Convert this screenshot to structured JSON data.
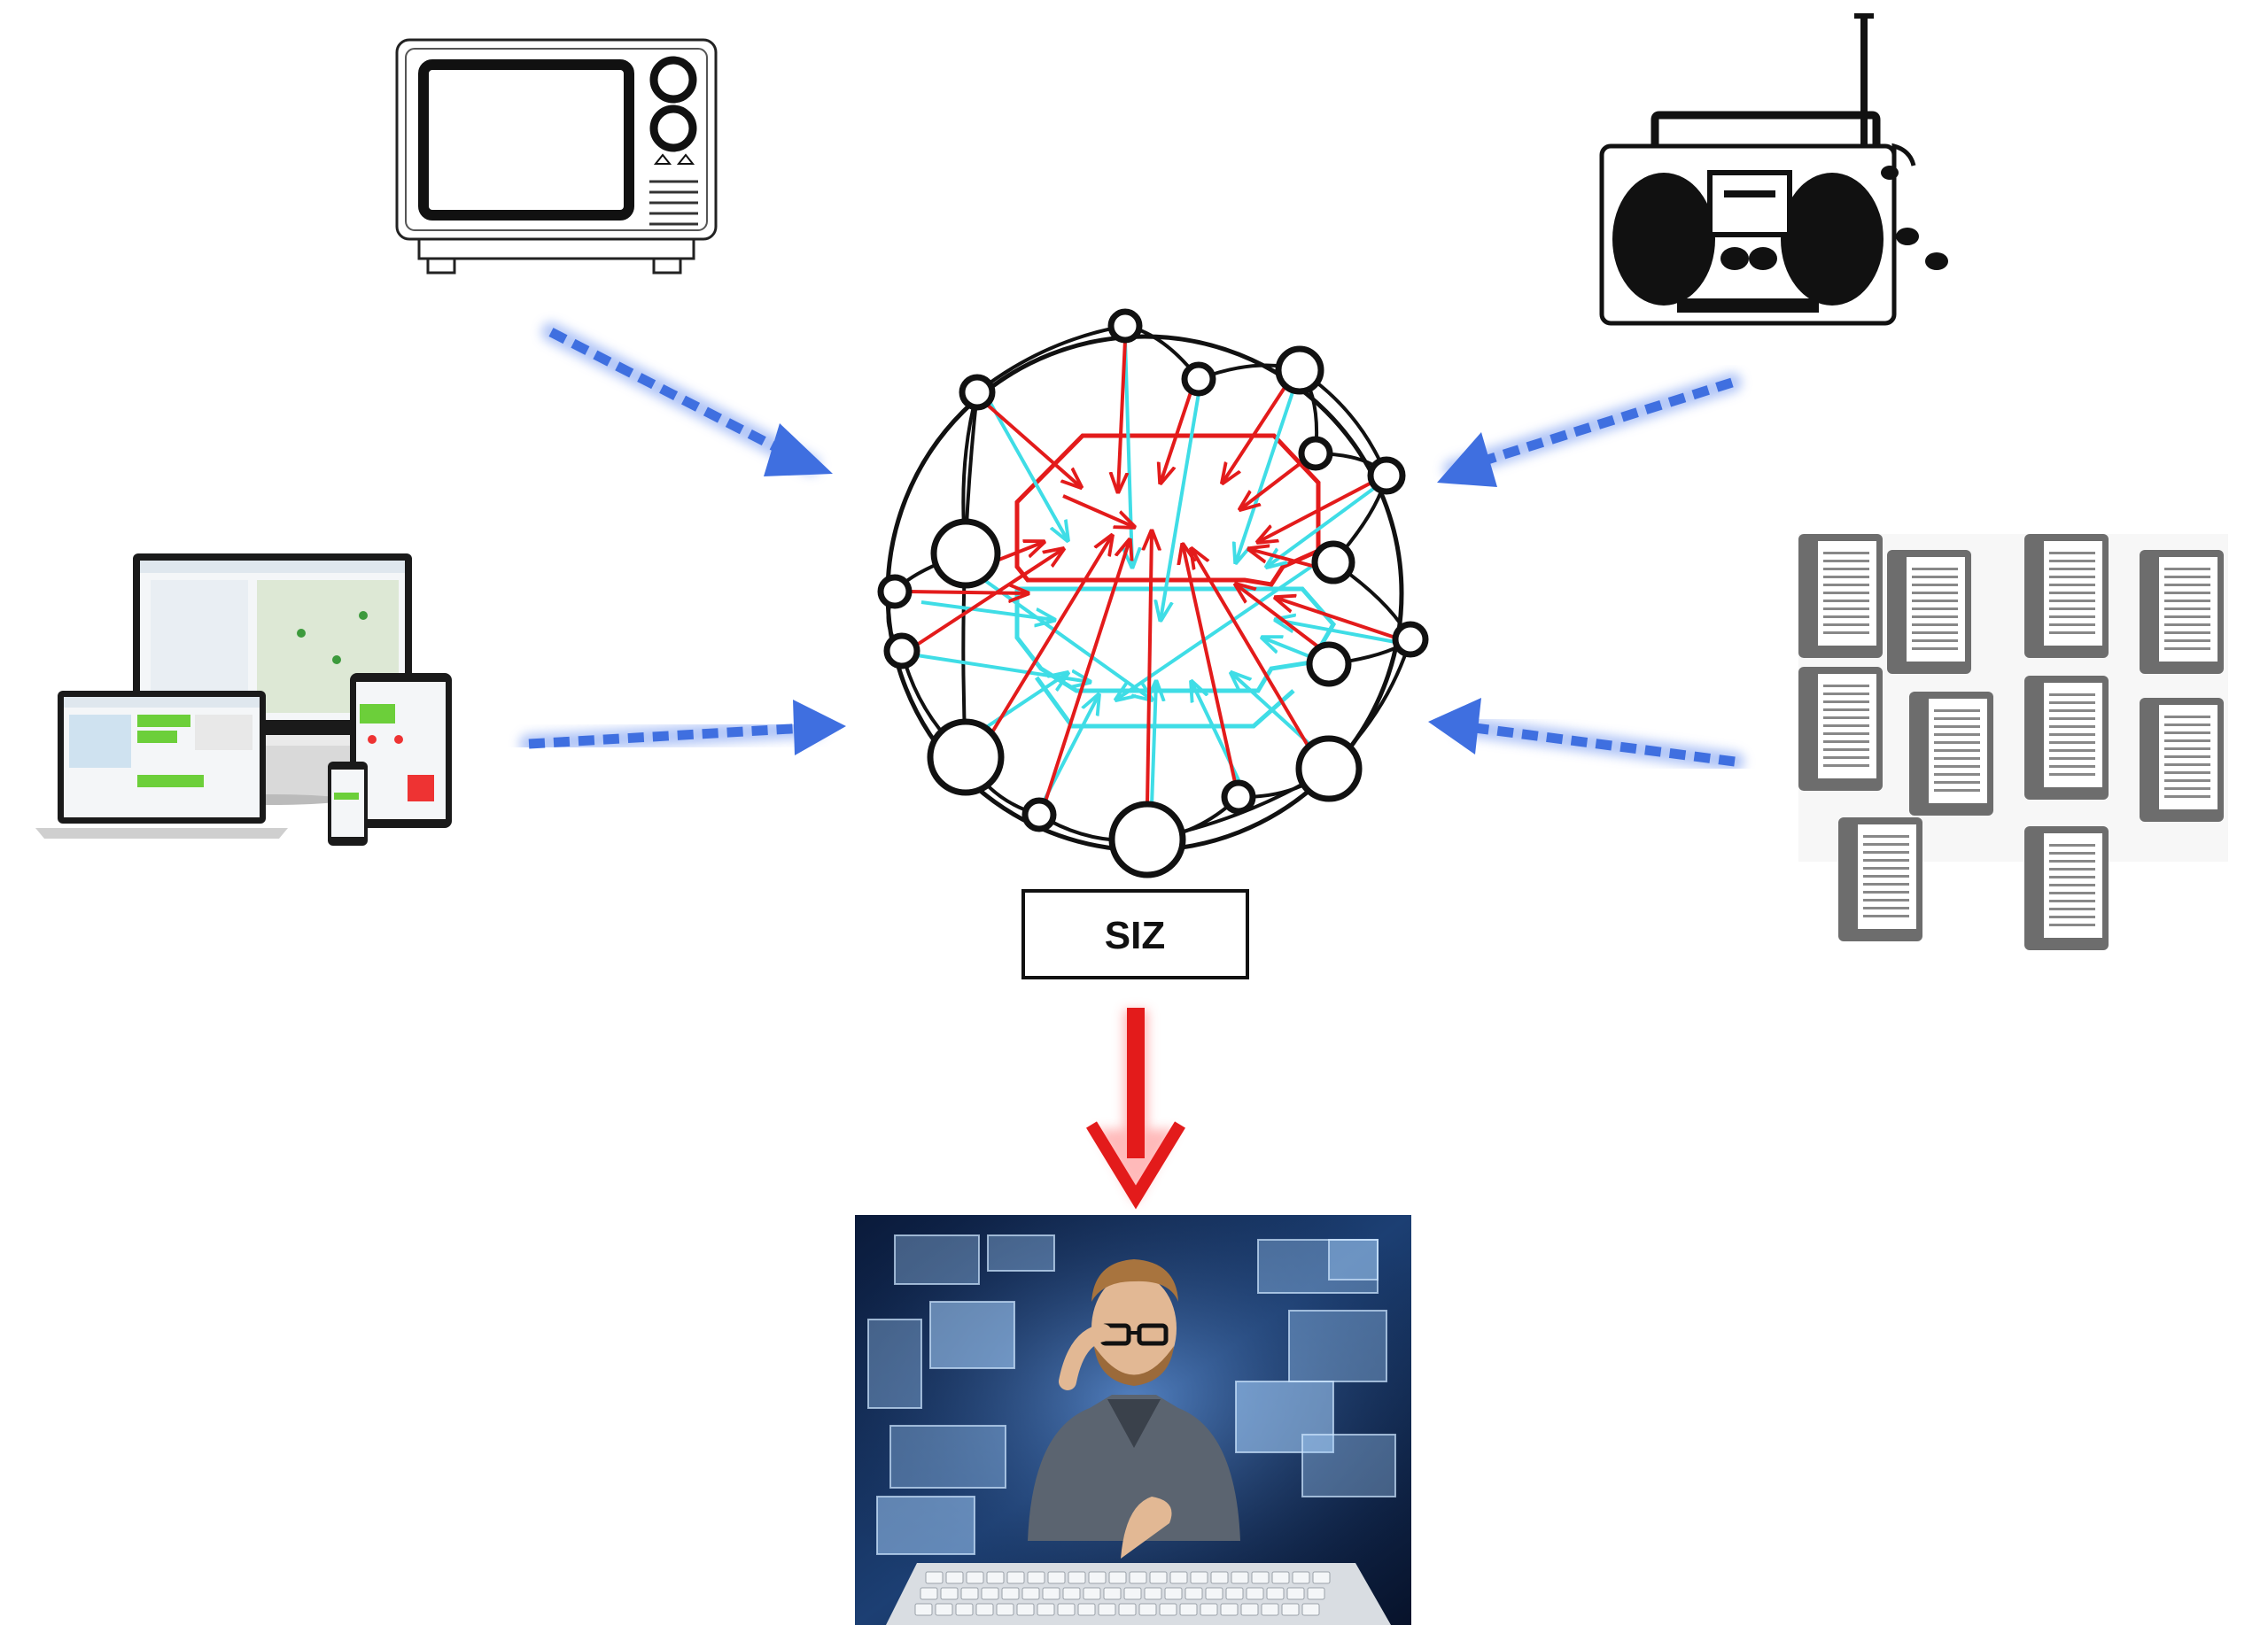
{
  "label": "SIZ",
  "colors": {
    "dashed_arrow": "#3f6fe0",
    "dashed_arrow_glow": "#9fb8f5",
    "network_red": "#e31b1b",
    "network_cyan": "#3fdde6",
    "output_arrow": "#e31b1b",
    "output_arrow_glow": "#ffb3b3",
    "outline": "#111111"
  },
  "sources": [
    {
      "name": "television",
      "icon": "tv-icon"
    },
    {
      "name": "radio",
      "icon": "boombox-radio-icon"
    },
    {
      "name": "web devices",
      "icon": "computer-tablet-phone-icon"
    },
    {
      "name": "e-books",
      "icon": "ebook-reader-icon"
    }
  ],
  "result": {
    "icon": "person-at-keyboard-holographic-screens-image"
  }
}
